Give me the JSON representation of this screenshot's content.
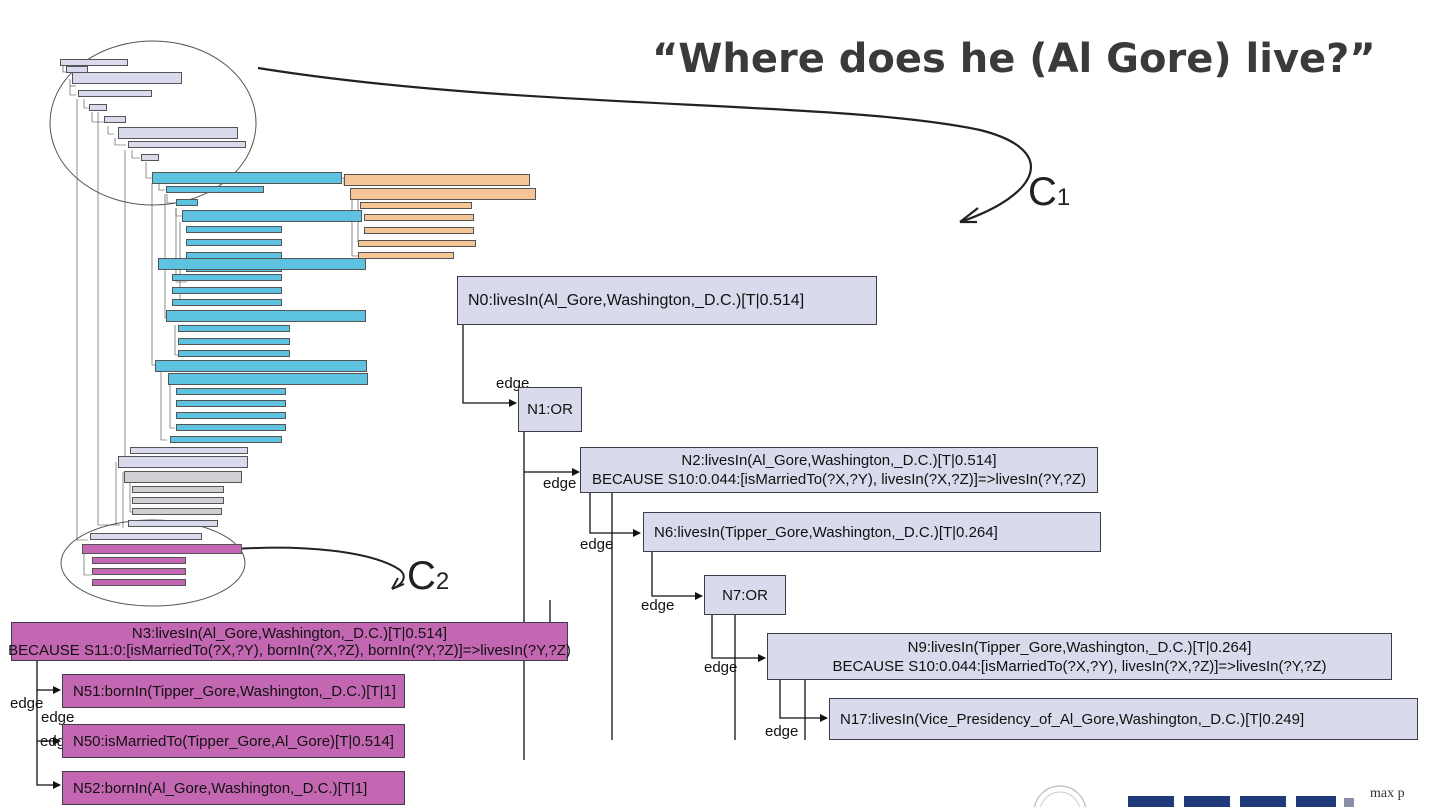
{
  "title": "“Where does he (Al Gore) live?”",
  "callouts": {
    "c1": {
      "letter": "C",
      "index": "1"
    },
    "c2": {
      "letter": "C",
      "index": "2"
    }
  },
  "edge_label": "edge",
  "nodes": {
    "n0": "N0:livesIn(Al_Gore,Washington,_D.C.)[T|0.514]",
    "n1": "N1:OR",
    "n2_line1": "N2:livesIn(Al_Gore,Washington,_D.C.)[T|0.514]",
    "n2_line2": "BECAUSE S10:0.044:[isMarriedTo(?X,?Y), livesIn(?X,?Z)]=>livesIn(?Y,?Z)",
    "n6": "N6:livesIn(Tipper_Gore,Washington,_D.C.)[T|0.264]",
    "n7": "N7:OR",
    "n9_line1": "N9:livesIn(Tipper_Gore,Washington,_D.C.)[T|0.264]",
    "n9_line2": "BECAUSE S10:0.044:[isMarriedTo(?X,?Y), livesIn(?X,?Z)]=>livesIn(?Y,?Z)",
    "n17": "N17:livesIn(Vice_Presidency_of_Al_Gore,Washington,_D.C.)[T|0.249]",
    "n3_line1": "N3:livesIn(Al_Gore,Washington,_D.C.)[T|0.514]",
    "n3_line2": "BECAUSE S11:0:[isMarriedTo(?X,?Y), bornIn(?X,?Z), bornIn(?Y,?Z)]=>livesIn(?Y,?Z)",
    "n51": "N51:bornIn(Tipper_Gore,Washington,_D.C.)[T|1]",
    "n50": "N50:isMarriedTo(Tipper_Gore,Al_Gore)[T|0.514]",
    "n52": "N52:bornIn(Al_Gore,Washington,_D.C.)[T|1]"
  },
  "logo_text": "max p",
  "colors": {
    "node_fill": "#d9dbec",
    "highlight_fill": "#c467b2",
    "cyan_fill": "#5ec3e0",
    "orange_fill": "#f4c595",
    "logo_blue": "#1f3a7a"
  }
}
